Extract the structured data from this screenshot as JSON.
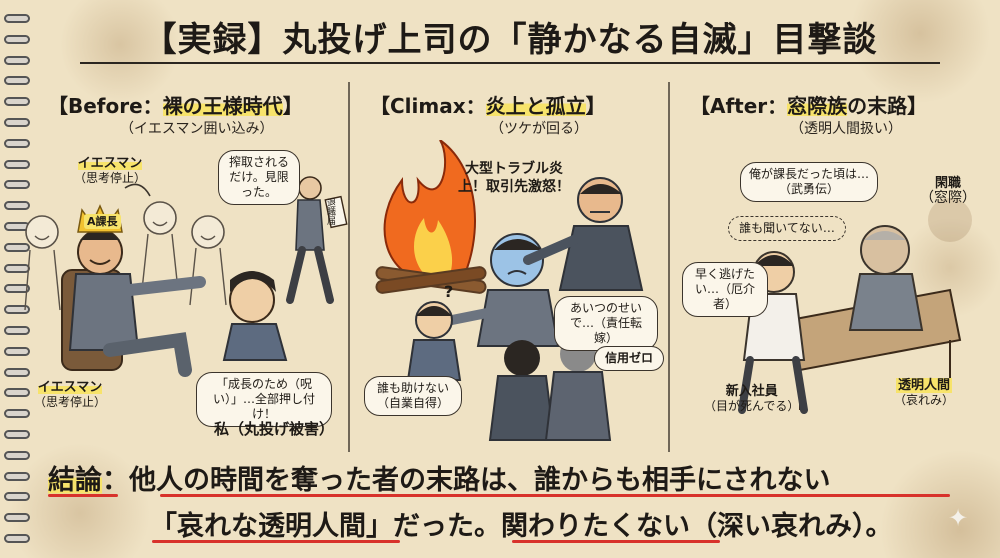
{
  "title": "【実録】丸投げ上司の「静かなる自滅」目撃談",
  "panels": [
    {
      "head_pre": "【Before：",
      "head_hl": "裸の王様時代",
      "head_post": "】",
      "sub": "（イエスマン囲い込み）",
      "bubbles": [
        "搾取されるだけ。見限った。",
        "「成長のため（呪い）」…全部押し付け！"
      ],
      "tags": {
        "yesman_top": "イエスマン",
        "yesman_top_sub": "（思考停止）",
        "yesman_bottom": "イエスマン",
        "yesman_bottom_sub": "（思考停止）",
        "crown": "A課長",
        "me": "私（丸投げ被害）",
        "resign": "退職届"
      }
    },
    {
      "head_pre": "【Climax：",
      "head_hl": "炎上と孤立",
      "head_post": "】",
      "sub": "（ツケが回る）",
      "bubbles": [
        "大型トラブル炎上！取引先激怒！",
        "あいつのせいで…（責任転嫁）",
        "信用ゼロ",
        "誰も助けない（自業自得）"
      ],
      "tags": {
        "question": "?"
      }
    },
    {
      "head_pre": "【After：",
      "head_hl": "窓際族",
      "head_post": "の末路】",
      "sub": "（透明人間扱い）",
      "bubbles": [
        "俺が課長だった頃は…（武勇伝）",
        "誰も聞いてない…",
        "早く逃げたい…（厄介者）"
      ],
      "tags": {
        "closed": "閑職",
        "closed_sub": "（窓際）",
        "newbie": "新入社員",
        "newbie_sub": "（目が死んでる）",
        "invisible": "透明人間",
        "invisible_sub": "（哀れみ）"
      }
    }
  ],
  "conclusion": {
    "label": "結論",
    "colon": "：",
    "line1": "他人の時間を奪った者の末路は、誰からも相手にされない",
    "line2_a": "「哀れな透明人間」",
    "line2_b": "だった。",
    "line2_c": "関わりたくない",
    "line2_d": "（深い哀れみ）。"
  },
  "colors": {
    "paper": "#efe2c4",
    "highlight": "#f7e36b",
    "underline": "#d8322b",
    "ink": "#1e1a16"
  }
}
